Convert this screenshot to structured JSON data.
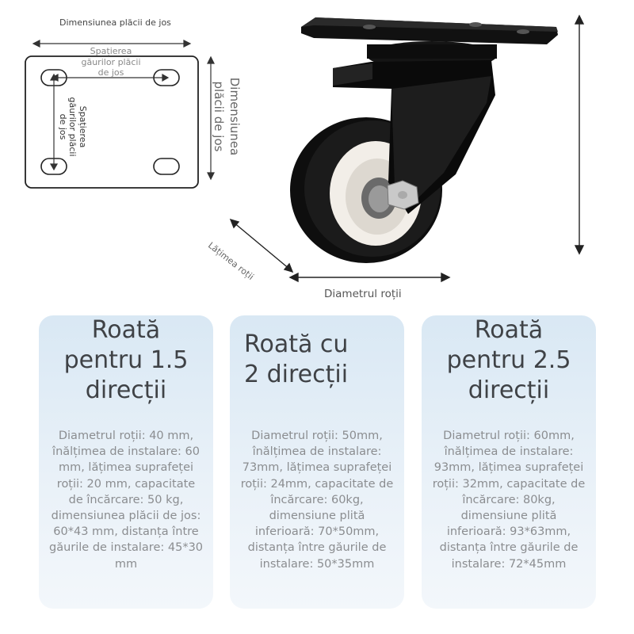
{
  "diagram": {
    "bottom_plate_dimension_top": "Dimensiunea plăcii de jos",
    "hole_spacing_horizontal": "Spațierea găurilor plăcii de jos",
    "hole_spacing_vertical": "Spațierea găurilor plăcii de jos",
    "bottom_plate_dimension_side": "Dimensiunea plăcii de jos",
    "wheel_width": "Lățimea roții",
    "wheel_diameter": "Diametrul roții"
  },
  "cards": [
    {
      "title": "Roată\npentru 1.5\ndirecții",
      "specs": "Diametrul roții: 40 mm, înălțimea de instalare: 60 mm, lățimea suprafeței roții: 20 mm, capacitate de încărcare: 50 kg, dimensiunea plăcii de jos: 60*43 mm, distanța între găurile de instalare: 45*30 mm"
    },
    {
      "title": "Roată cu\n2 direcții",
      "specs": "Diametrul roții: 50mm, înălțimea de instalare: 73mm, lățimea suprafeței roții: 24mm, capacitate de încărcare: 60kg, dimensiune plită inferioară: 70*50mm, distanța între găurile de instalare: 50*35mm"
    },
    {
      "title": "Roată\npentru 2.5\ndirecții",
      "specs": "Diametrul roții: 60mm, înălțimea de instalare: 93mm, lățimea suprafeței roții: 32mm, capacitate de încărcare: 80kg, dimensiune plită inferioară: 93*63mm, distanța între găurile de instalare: 72*45mm"
    }
  ]
}
